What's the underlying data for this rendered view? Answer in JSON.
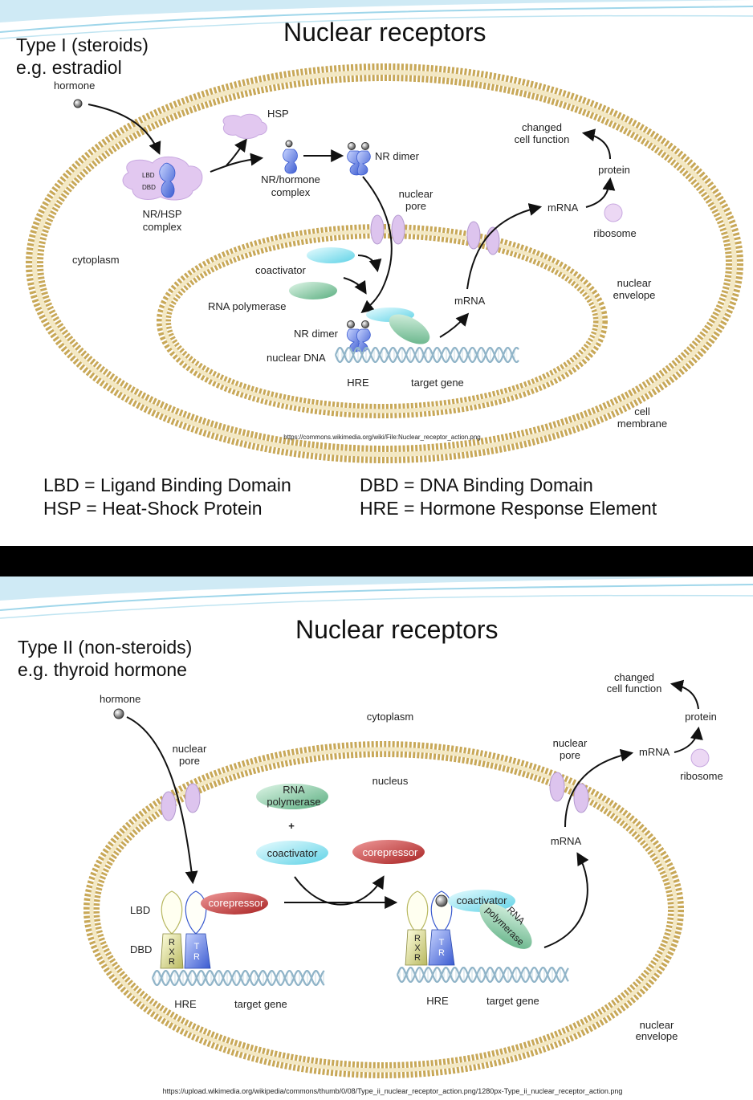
{
  "slide1": {
    "title": "Nuclear receptors",
    "type_line1": "Type I (steroids)",
    "type_line2": "e.g. estradiol",
    "labels": {
      "hormone": "hormone",
      "hsp": "HSP",
      "lbd": "LBD",
      "dbd": "DBD",
      "nr_hsp_1": "NR/HSP",
      "nr_hsp_2": "complex",
      "nr_hormone_1": "NR/hormone",
      "nr_hormone_2": "complex",
      "nr_dimer": "NR dimer",
      "nuclear_pore_1": "nuclear",
      "nuclear_pore_2": "pore",
      "changed_1": "changed",
      "changed_2": "cell function",
      "protein": "protein",
      "mrna_cyto": "mRNA",
      "ribosome": "ribosome",
      "cytoplasm": "cytoplasm",
      "coactivator": "coactivator",
      "rna_polymerase": "RNA polymerase",
      "mrna_nuc": "mRNA",
      "nuclear_envelope_1": "nuclear",
      "nuclear_envelope_2": "envelope",
      "nr_dimer_nuc": "NR dimer",
      "nuclear_dna": "nuclear DNA",
      "hre": "HRE",
      "target_gene": "target gene",
      "cell_membrane_1": "cell",
      "cell_membrane_2": "membrane",
      "source": "https://commons.wikimedia.org/wiki/File:Nuclear_receptor_action.png"
    },
    "legend": {
      "lbd": "LBD = Ligand Binding Domain",
      "hsp": "HSP = Heat-Shock Protein",
      "dbd": "DBD = DNA Binding Domain",
      "hre": "HRE = Hormone Response Element"
    }
  },
  "slide2": {
    "title": "Nuclear receptors",
    "type_line1": "Type II (non-steroids)",
    "type_line2": "e.g. thyroid hormone",
    "labels": {
      "hormone": "hormone",
      "nuclear_pore_l1": "nuclear",
      "nuclear_pore_l2": "pore",
      "cytoplasm": "cytoplasm",
      "nucleus": "nucleus",
      "nuclear_pore_r1": "nuclear",
      "nuclear_pore_r2": "pore",
      "mrna_cyto": "mRNA",
      "protein": "protein",
      "changed_1": "changed",
      "changed_2": "cell function",
      "ribosome": "ribosome",
      "rna_pol_1": "RNA",
      "rna_pol_2": "polymerase",
      "plus": "+",
      "coactivator": "coactivator",
      "corepressor_free": "corepressor",
      "mrna_nuc": "mRNA",
      "lbd": "LBD",
      "dbd": "DBD",
      "corepressor_bound": "corepressor",
      "rxr_r": "R",
      "rxr_x": "X",
      "rxr_r2": "R",
      "tr_t": "T",
      "tr_r": "R",
      "coactivator_bound": "coactivator",
      "rna_pol_bound_1": "RNA",
      "rna_pol_bound_2": "polymerase",
      "hre_left": "HRE",
      "target_gene_left": "target gene",
      "hre_right": "HRE",
      "target_gene_right": "target gene",
      "nuclear_envelope_1": "nuclear",
      "nuclear_envelope_2": "envelope",
      "source": "https://upload.wikimedia.org/wikipedia/commons/thumb/0/08/Type_ii_nuclear_receptor_action.png/1280px-Type_ii_nuclear_receptor_action.png"
    }
  },
  "colors": {
    "membrane": "#c8a858",
    "membrane_light": "#ebd9a0",
    "hsp": "#e2c8f0",
    "receptor_blue": "#5a78d8",
    "coactivator": "#8fe6f2",
    "polymerase": "#8fcfa8",
    "corepressor": "#c83a3a",
    "rxr": "#dcdc96",
    "dna": "#90b4c8"
  }
}
